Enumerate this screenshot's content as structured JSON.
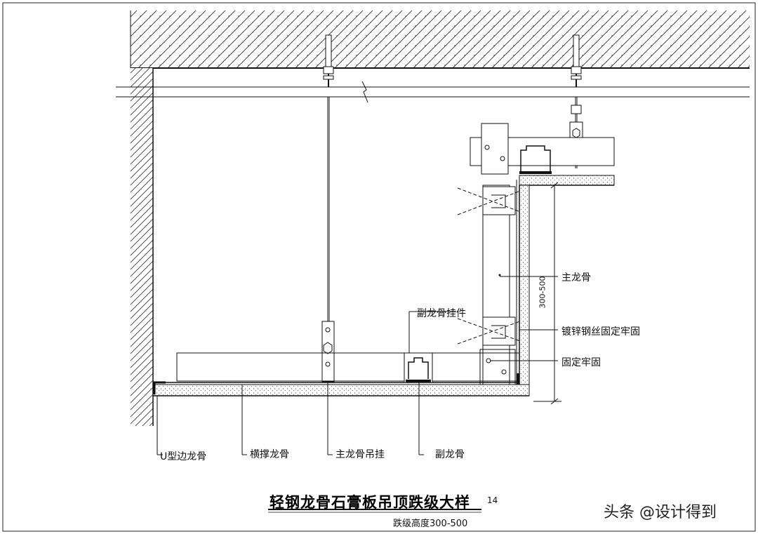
{
  "title": "轻钢龙骨石膏板吊顶跌级大样",
  "drawing_no": "14",
  "subtitle": "跌级高度300-500",
  "watermark": "头条 @设计得到",
  "labels": {
    "main_keel": "主龙骨",
    "sub_keel_hanger": "副龙骨挂件",
    "galvanized_wire": "镀锌钢丝固定牢固",
    "fixed_firm": "固定牢固",
    "u_edge_keel": "U型边龙骨",
    "cross_brace_keel": "横撑龙骨",
    "main_keel_hanger": "主龙骨吊挂",
    "sub_keel": "副龙骨",
    "dimension": "300-500"
  }
}
